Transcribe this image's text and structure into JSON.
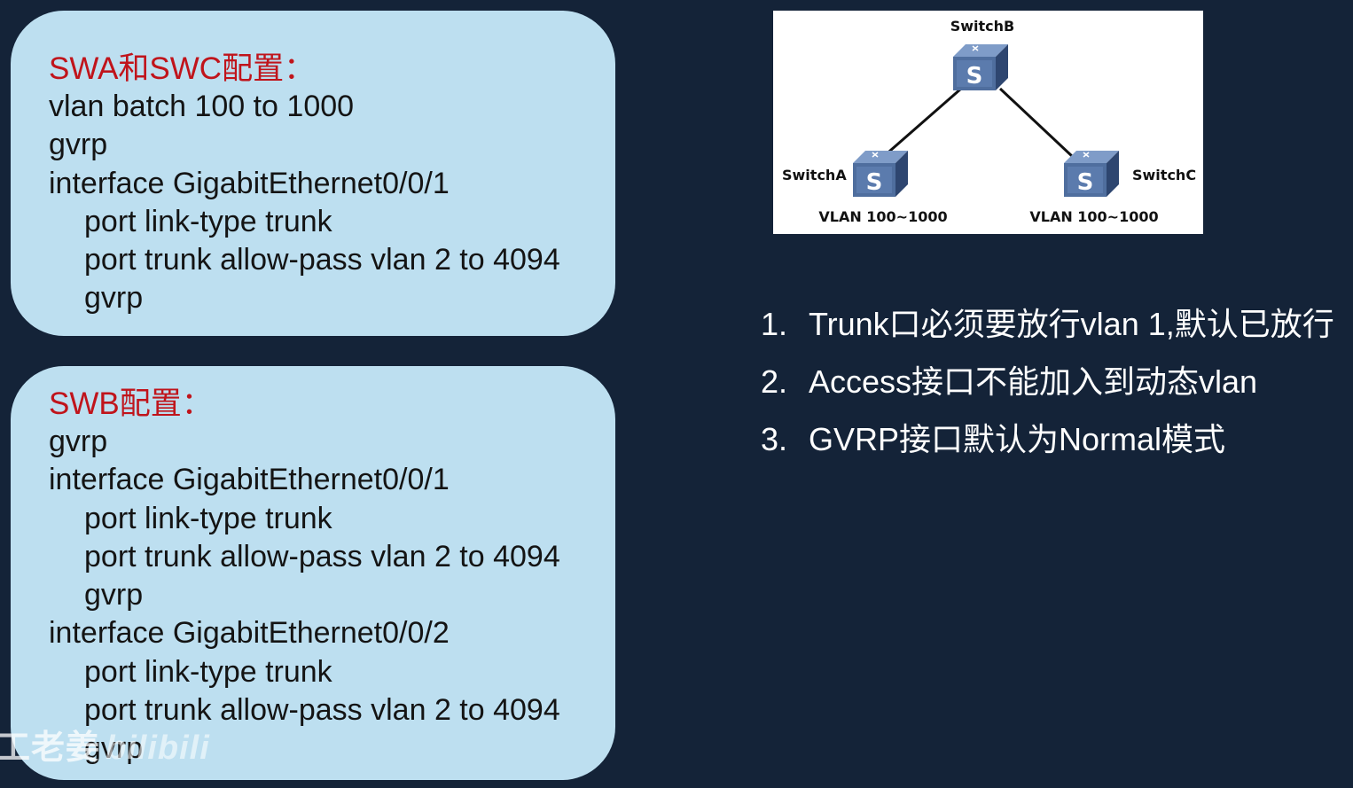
{
  "config_cards": [
    {
      "heading": "SWA和SWC配置：",
      "lines": [
        "vlan batch 100 to 1000",
        "gvrp",
        "interface GigabitEthernet0/0/1",
        "port link-type trunk",
        "port trunk allow-pass vlan 2 to 4094",
        "gvrp"
      ]
    },
    {
      "heading": "SWB配置：",
      "lines": [
        "gvrp",
        "interface GigabitEthernet0/0/1",
        "port link-type trunk",
        "port trunk allow-pass vlan 2 to 4094",
        "gvrp",
        "interface GigabitEthernet0/0/2",
        "port link-type trunk",
        "port trunk allow-pass vlan 2 to 4094",
        "gvrp"
      ]
    }
  ],
  "topology": {
    "switch_b": "SwitchB",
    "switch_a": "SwitchA",
    "switch_c": "SwitchC",
    "switch_a_vlan": "VLAN 100~1000",
    "switch_c_vlan": "VLAN 100~1000",
    "switch_icon_letter": "S"
  },
  "notes": [
    {
      "num": "1.",
      "text": "Trunk口必须要放行vlan 1,默认已放行"
    },
    {
      "num": "2.",
      "text": "Access接口不能加入到动态vlan"
    },
    {
      "num": "3.",
      "text": "GVRP接口默认为Normal模式"
    }
  ],
  "watermark": {
    "author": "工老姜",
    "brand": "bilibili"
  },
  "colors": {
    "background": "#142338",
    "card": "#bddff0",
    "heading": "#c0141b",
    "switch_icon": "#4f6e9e"
  }
}
